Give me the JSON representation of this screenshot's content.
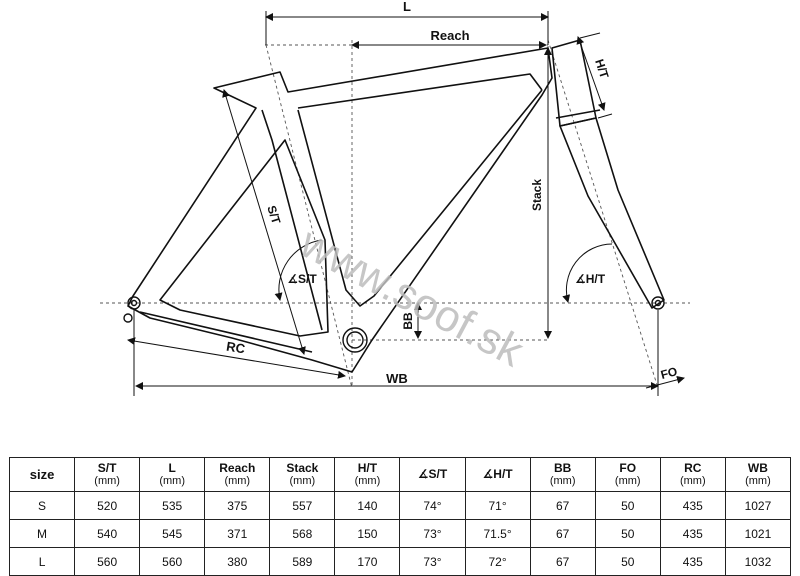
{
  "labels": {
    "L": "L",
    "reach": "Reach",
    "ht": "H/T",
    "st": "S/T",
    "stack": "Stack",
    "st_angle": "∡S/T",
    "ht_angle": "∡H/T",
    "bb": "BB",
    "rc": "RC",
    "wb": "WB",
    "fo": "FO"
  },
  "watermark": "www.soof.sk",
  "table": {
    "headers": [
      {
        "title": "size",
        "unit": ""
      },
      {
        "title": "S/T",
        "unit": "(mm)"
      },
      {
        "title": "L",
        "unit": "(mm)"
      },
      {
        "title": "Reach",
        "unit": "(mm)"
      },
      {
        "title": "Stack",
        "unit": "(mm)"
      },
      {
        "title": "H/T",
        "unit": "(mm)"
      },
      {
        "title": "∡S/T",
        "unit": ""
      },
      {
        "title": "∡H/T",
        "unit": ""
      },
      {
        "title": "BB",
        "unit": "(mm)"
      },
      {
        "title": "FO",
        "unit": "(mm)"
      },
      {
        "title": "RC",
        "unit": "(mm)"
      },
      {
        "title": "WB",
        "unit": "(mm)"
      }
    ],
    "rows": [
      [
        "S",
        "520",
        "535",
        "375",
        "557",
        "140",
        "74°",
        "71°",
        "67",
        "50",
        "435",
        "1027"
      ],
      [
        "M",
        "540",
        "545",
        "371",
        "568",
        "150",
        "73°",
        "71.5°",
        "67",
        "50",
        "435",
        "1021"
      ],
      [
        "L",
        "560",
        "560",
        "380",
        "589",
        "170",
        "73°",
        "72°",
        "67",
        "50",
        "435",
        "1032"
      ]
    ]
  }
}
